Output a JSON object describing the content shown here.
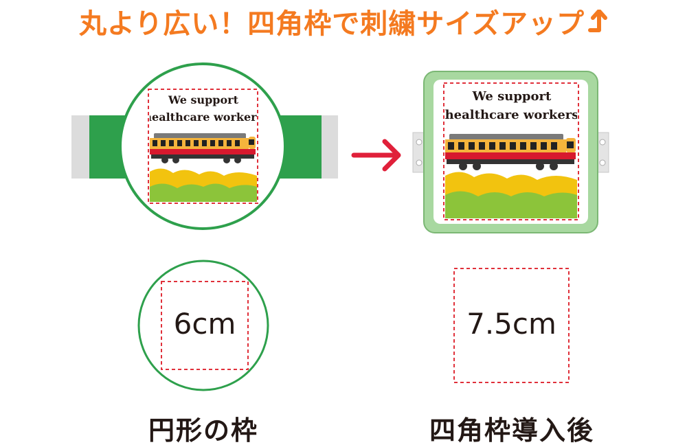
{
  "headline": {
    "text": "丸より広い！四角枠で刺繍サイズアップ",
    "arrow_icon": "up-arrow-icon"
  },
  "embroidery": {
    "line1": "We support",
    "line2": "healthcare workers"
  },
  "round_frame": {
    "size_label": "6cm",
    "caption": "円形の枠"
  },
  "square_frame": {
    "size_label": "7.5cm",
    "caption": "四角枠導入後"
  },
  "colors": {
    "headline": "#f47a20",
    "green_dark": "#2ea04c",
    "green_light": "#a8d8a0",
    "dashed_red": "#e0303a",
    "arrow_red": "#e0203a",
    "text_dark": "#231815"
  }
}
